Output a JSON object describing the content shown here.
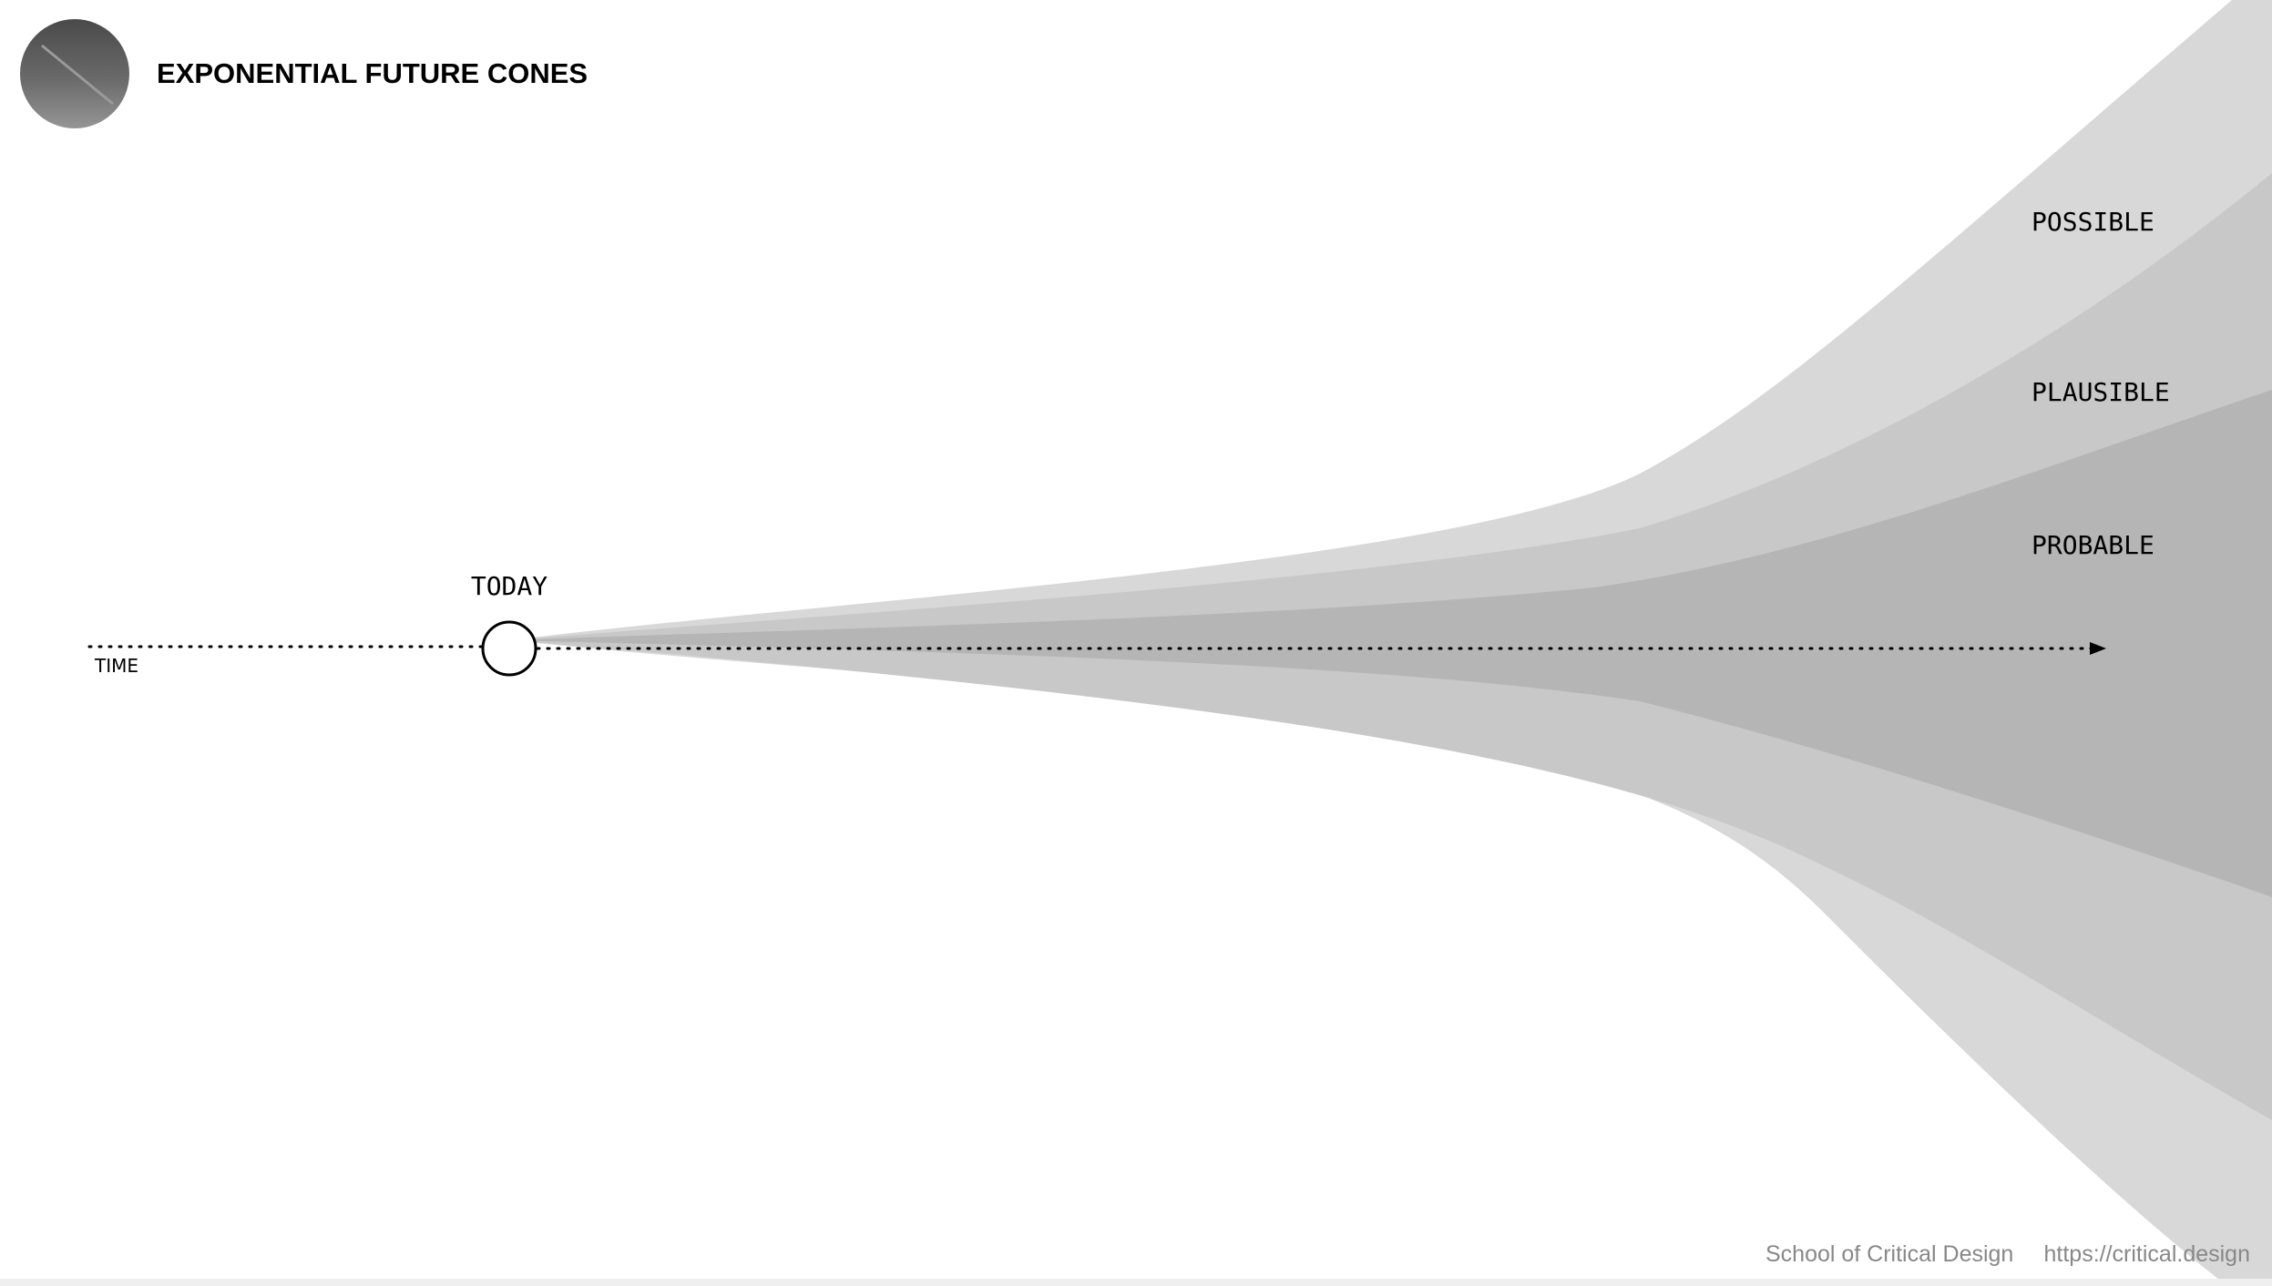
{
  "header": {
    "title": "EXPONENTIAL FUTURE CONES"
  },
  "diagram": {
    "today_label": "TODAY",
    "time_label": "TIME",
    "cones": [
      {
        "label": "POSSIBLE",
        "color": "#d8d8d8"
      },
      {
        "label": "PLAUSIBLE",
        "color": "#c8c8c8"
      },
      {
        "label": "PROBABLE",
        "color": "#b5b5b5"
      }
    ]
  },
  "footer": {
    "org": "School of Critical Design",
    "url": "https://critical.design"
  },
  "colors": {
    "text": "#000000",
    "footer_text": "#888888",
    "logo_dark": "#505050",
    "logo_light": "#8a8a8a"
  },
  "icons": {
    "logo": "circle-logo-icon",
    "arrow": "arrow-right-icon"
  }
}
